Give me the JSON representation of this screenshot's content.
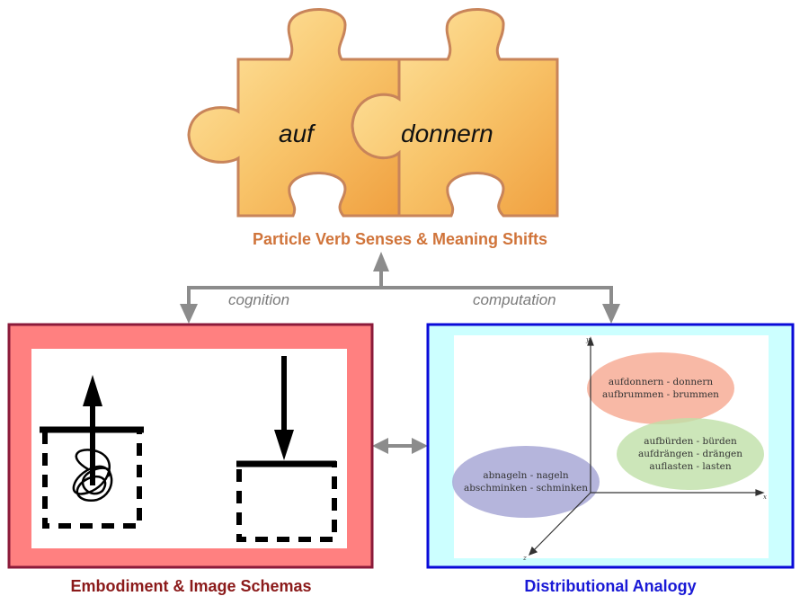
{
  "puzzle": {
    "left_word": "auf",
    "right_word": "donnern"
  },
  "title": "Particle Verb Senses & Meaning Shifts",
  "arrows": {
    "left_label": "cognition",
    "right_label": "computation"
  },
  "left_panel": {
    "caption": "Embodiment & Image Schemas",
    "frame_color": "#8b1a3a",
    "fill_color": "#ff8080"
  },
  "right_panel": {
    "caption": "Distributional Analogy",
    "frame_color": "#0a0ad8",
    "fill_color": "#ccffff",
    "axes": {
      "y": "y",
      "x": "x",
      "z": "z"
    },
    "clusters": [
      {
        "lines": [
          "aufdonnern - donnern",
          "aufbrummen - brummen"
        ],
        "color": "#f6a890"
      },
      {
        "lines": [
          "aufbürden - bürden",
          "aufdrängen - drängen",
          "auflasten - lasten"
        ],
        "color": "#bfe0a8"
      },
      {
        "lines": [
          "abnageln - nageln",
          "abschminken - schminken"
        ],
        "color": "#a8a8d6"
      }
    ]
  }
}
